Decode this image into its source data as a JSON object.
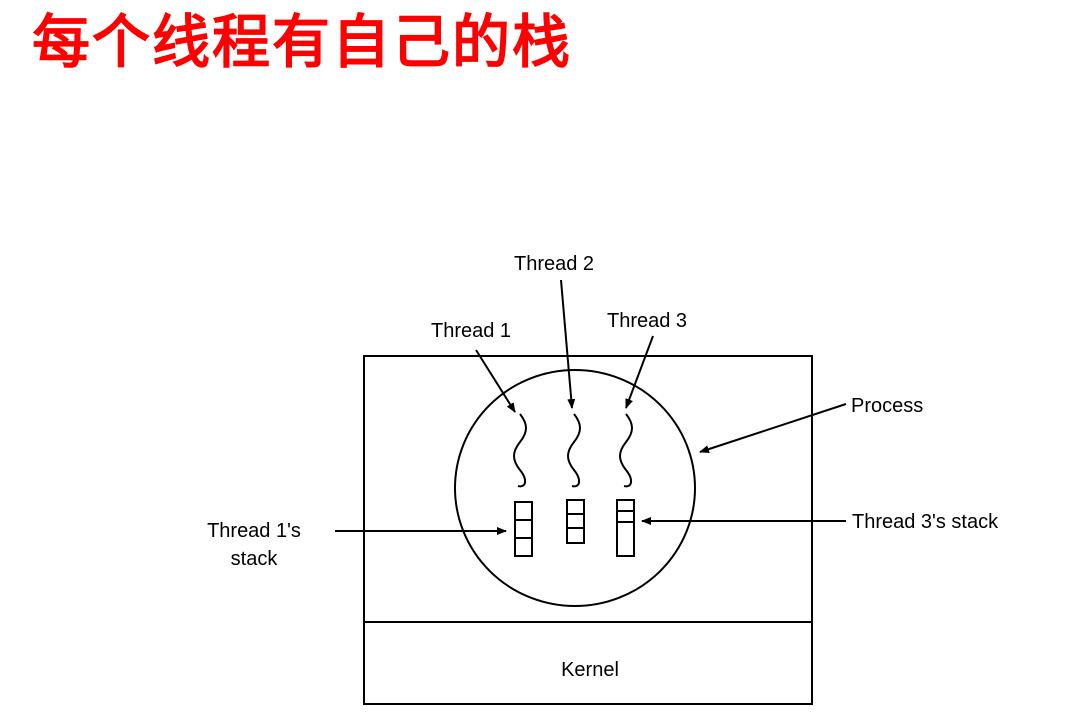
{
  "title": {
    "text": "每个线程有自己的栈",
    "color": "#ff0000"
  },
  "diagram": {
    "labels": {
      "thread1": "Thread 1",
      "thread2": "Thread 2",
      "thread3": "Thread 3",
      "process": "Process",
      "thread1_stack_line1": "Thread 1's",
      "thread1_stack_line2": "stack",
      "thread3_stack": "Thread 3's stack",
      "kernel": "Kernel"
    }
  }
}
